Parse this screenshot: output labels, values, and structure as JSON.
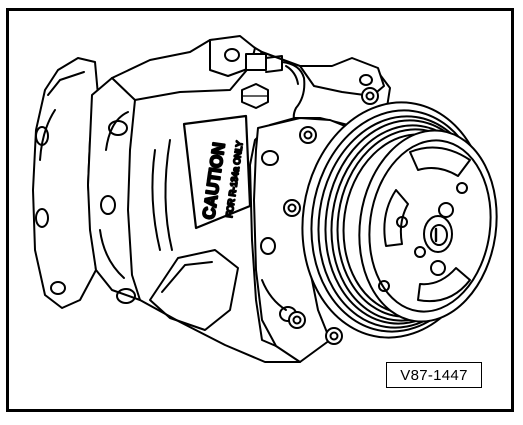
{
  "figure": {
    "reference_code": "V87-1447",
    "caution_label": {
      "title": "CAUTION",
      "subtitle": "FOR R-134a ONLY"
    }
  }
}
